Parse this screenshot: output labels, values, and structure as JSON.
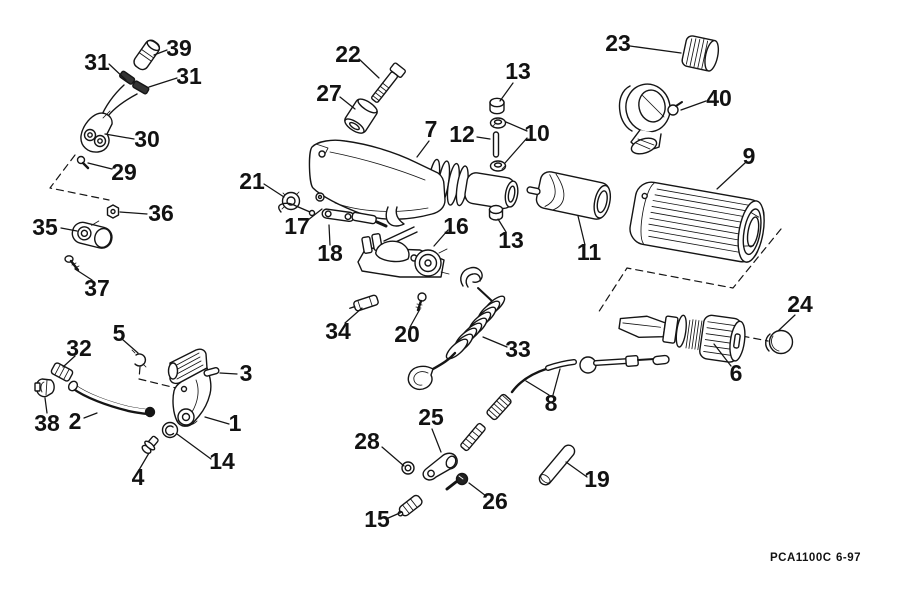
{
  "diagram": {
    "kind": "exploded-parts-diagram",
    "footer": {
      "code": "PCA1100C",
      "date": "6-97"
    },
    "labels": {
      "n1": "1",
      "n2": "2",
      "n3": "3",
      "n4": "4",
      "n5": "5",
      "n6": "6",
      "n7": "7",
      "n8": "8",
      "n9": "9",
      "n10": "10",
      "n11": "11",
      "n12": "12",
      "n13a": "13",
      "n13b": "13",
      "n14": "14",
      "n15": "15",
      "n16": "16",
      "n17": "17",
      "n18": "18",
      "n19": "19",
      "n20": "20",
      "n21": "21",
      "n22": "22",
      "n23": "23",
      "n24": "24",
      "n25": "25",
      "n26": "26",
      "n27": "27",
      "n28": "28",
      "n29": "29",
      "n30": "30",
      "n31a": "31",
      "n31b": "31",
      "n32": "32",
      "n33": "33",
      "n34": "34",
      "n35": "35",
      "n36": "36",
      "n37": "37",
      "n38": "38",
      "n39": "39",
      "n40": "40"
    }
  }
}
